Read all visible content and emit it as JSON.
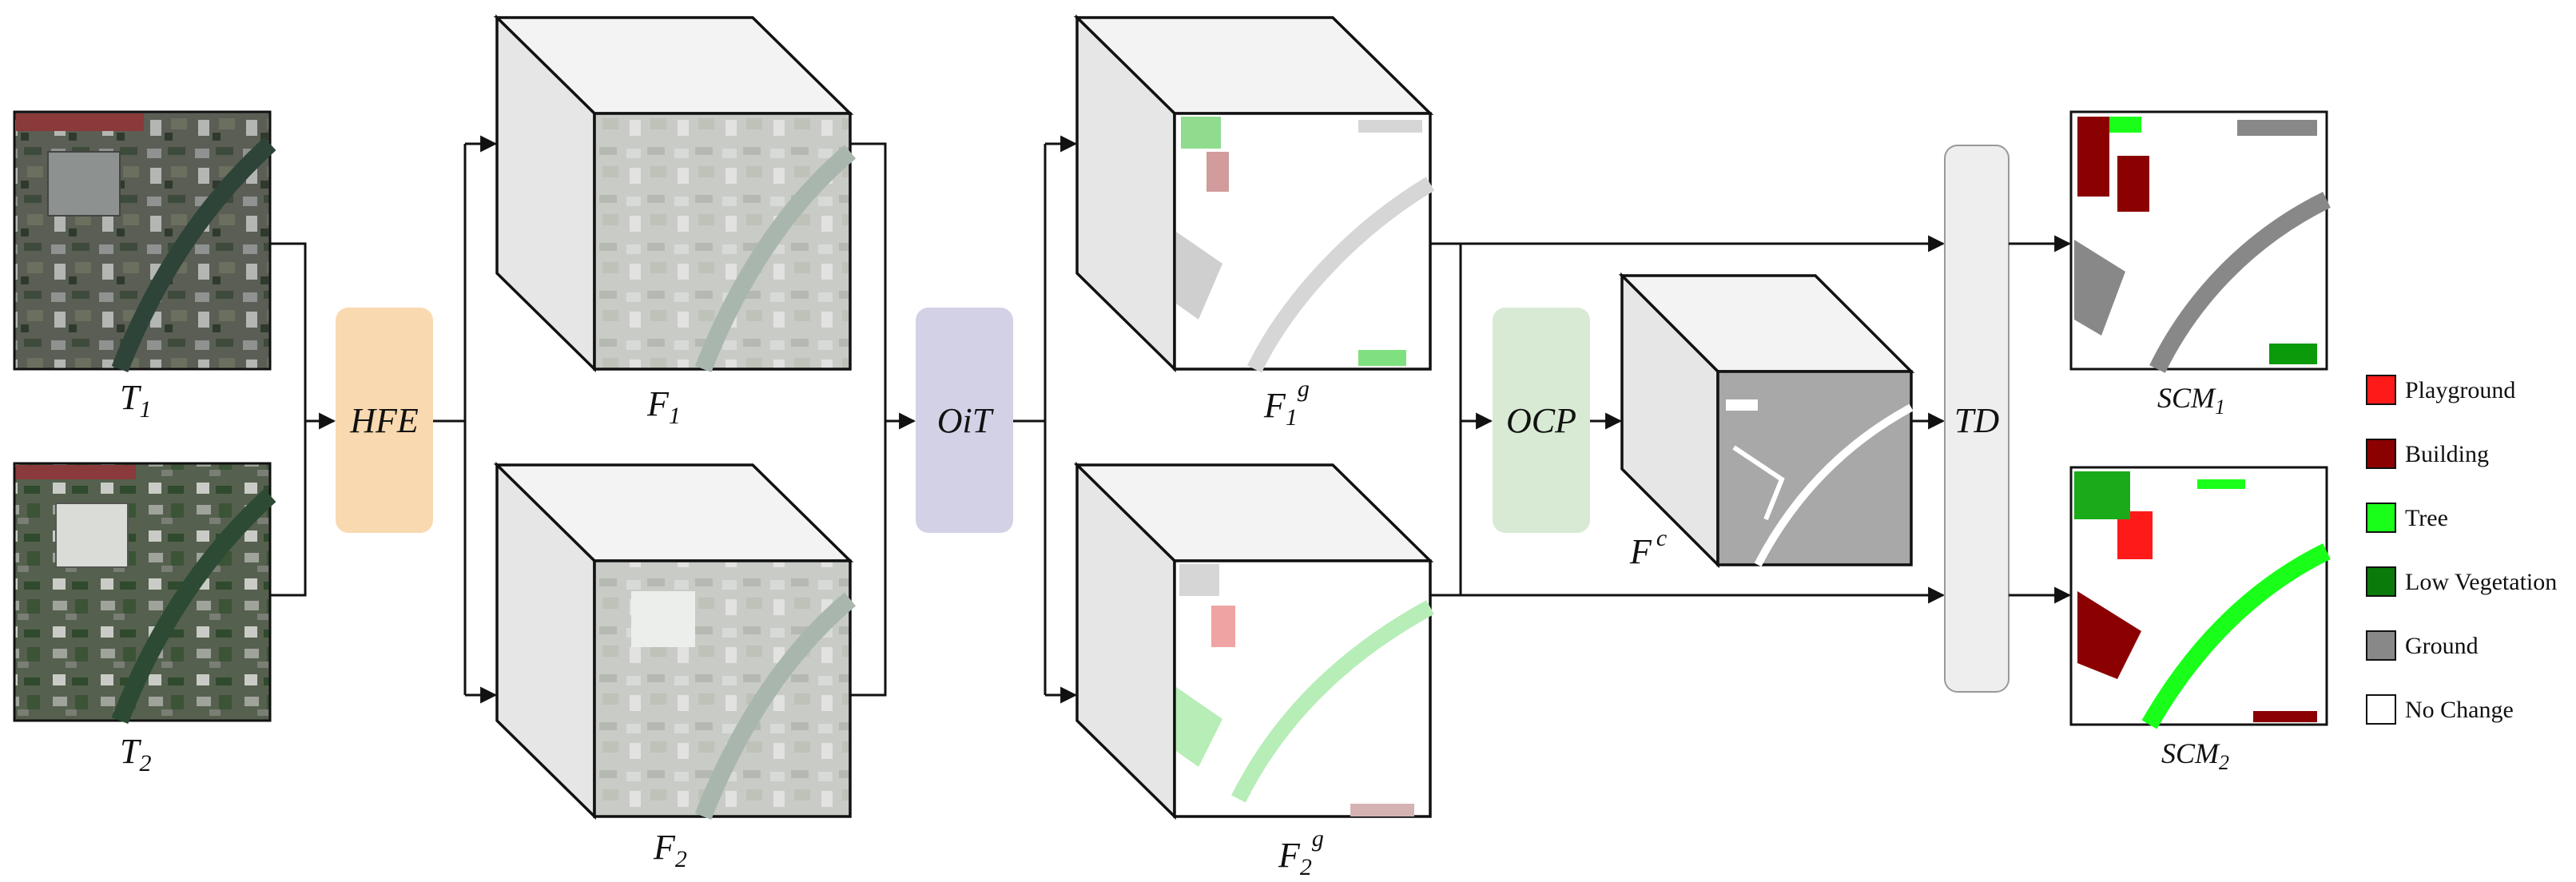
{
  "inputs": {
    "t1": {
      "base": "T",
      "sub": "1"
    },
    "t2": {
      "base": "T",
      "sub": "2"
    }
  },
  "modules": {
    "hfe": {
      "label": "HFE",
      "color": "#f9d9b0"
    },
    "oit": {
      "label": "OiT",
      "color": "#d3d1e6"
    },
    "ocp": {
      "label": "OCP",
      "color": "#d8ead4"
    },
    "td": {
      "label": "TD",
      "color": "#eeeeee"
    }
  },
  "features": {
    "f1": {
      "base": "F",
      "sub": "1"
    },
    "f2": {
      "base": "F",
      "sub": "2"
    },
    "f1g": {
      "base": "F",
      "sub": "1",
      "sup": "g"
    },
    "f2g": {
      "base": "F",
      "sub": "2",
      "sup": "g"
    },
    "fc": {
      "base": "F",
      "sup": "c"
    }
  },
  "outputs": {
    "scm1": {
      "base": "SCM",
      "sub": "1"
    },
    "scm2": {
      "base": "SCM",
      "sub": "2"
    }
  },
  "legend": [
    {
      "label": "Playground",
      "color": "#ff1a1a"
    },
    {
      "label": "Building",
      "color": "#8b0000"
    },
    {
      "label": "Tree",
      "color": "#1aff1a"
    },
    {
      "label": "Low Vegetation",
      "color": "#0a7a0a"
    },
    {
      "label": "Ground",
      "color": "#888888"
    },
    {
      "label": "No Change",
      "color": "#ffffff"
    }
  ]
}
